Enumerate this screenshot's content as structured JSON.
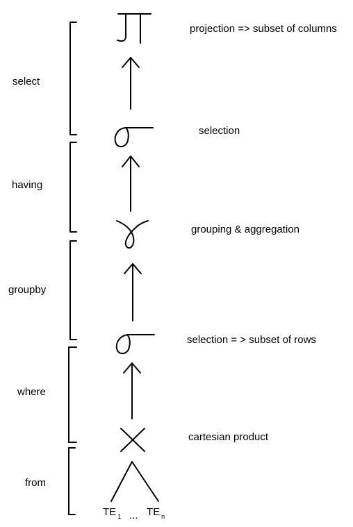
{
  "clauses": [
    {
      "id": "select",
      "label": "select"
    },
    {
      "id": "having",
      "label": "having"
    },
    {
      "id": "groupby",
      "label": "groupby"
    },
    {
      "id": "where",
      "label": "where"
    },
    {
      "id": "from",
      "label": "from"
    }
  ],
  "operators": [
    {
      "id": "projection",
      "symbol": "projection-pi-symbol",
      "label": "projection => subset of columns"
    },
    {
      "id": "selection-having",
      "symbol": "selection-sigma-symbol",
      "label": "selection"
    },
    {
      "id": "grouping",
      "symbol": "grouping-gamma-symbol",
      "label": "grouping & aggregation"
    },
    {
      "id": "selection-where",
      "symbol": "selection-sigma-symbol",
      "label": "selection = > subset of rows"
    },
    {
      "id": "cartesian",
      "symbol": "cross-product-symbol",
      "label": "cartesian product"
    }
  ],
  "leaves": {
    "first": {
      "base": "TE",
      "sub": "1"
    },
    "ellipsis": "...",
    "last": {
      "base": "TE",
      "sub": "n"
    }
  },
  "colors": {
    "ink": "#000000",
    "background": "#ffffff"
  }
}
